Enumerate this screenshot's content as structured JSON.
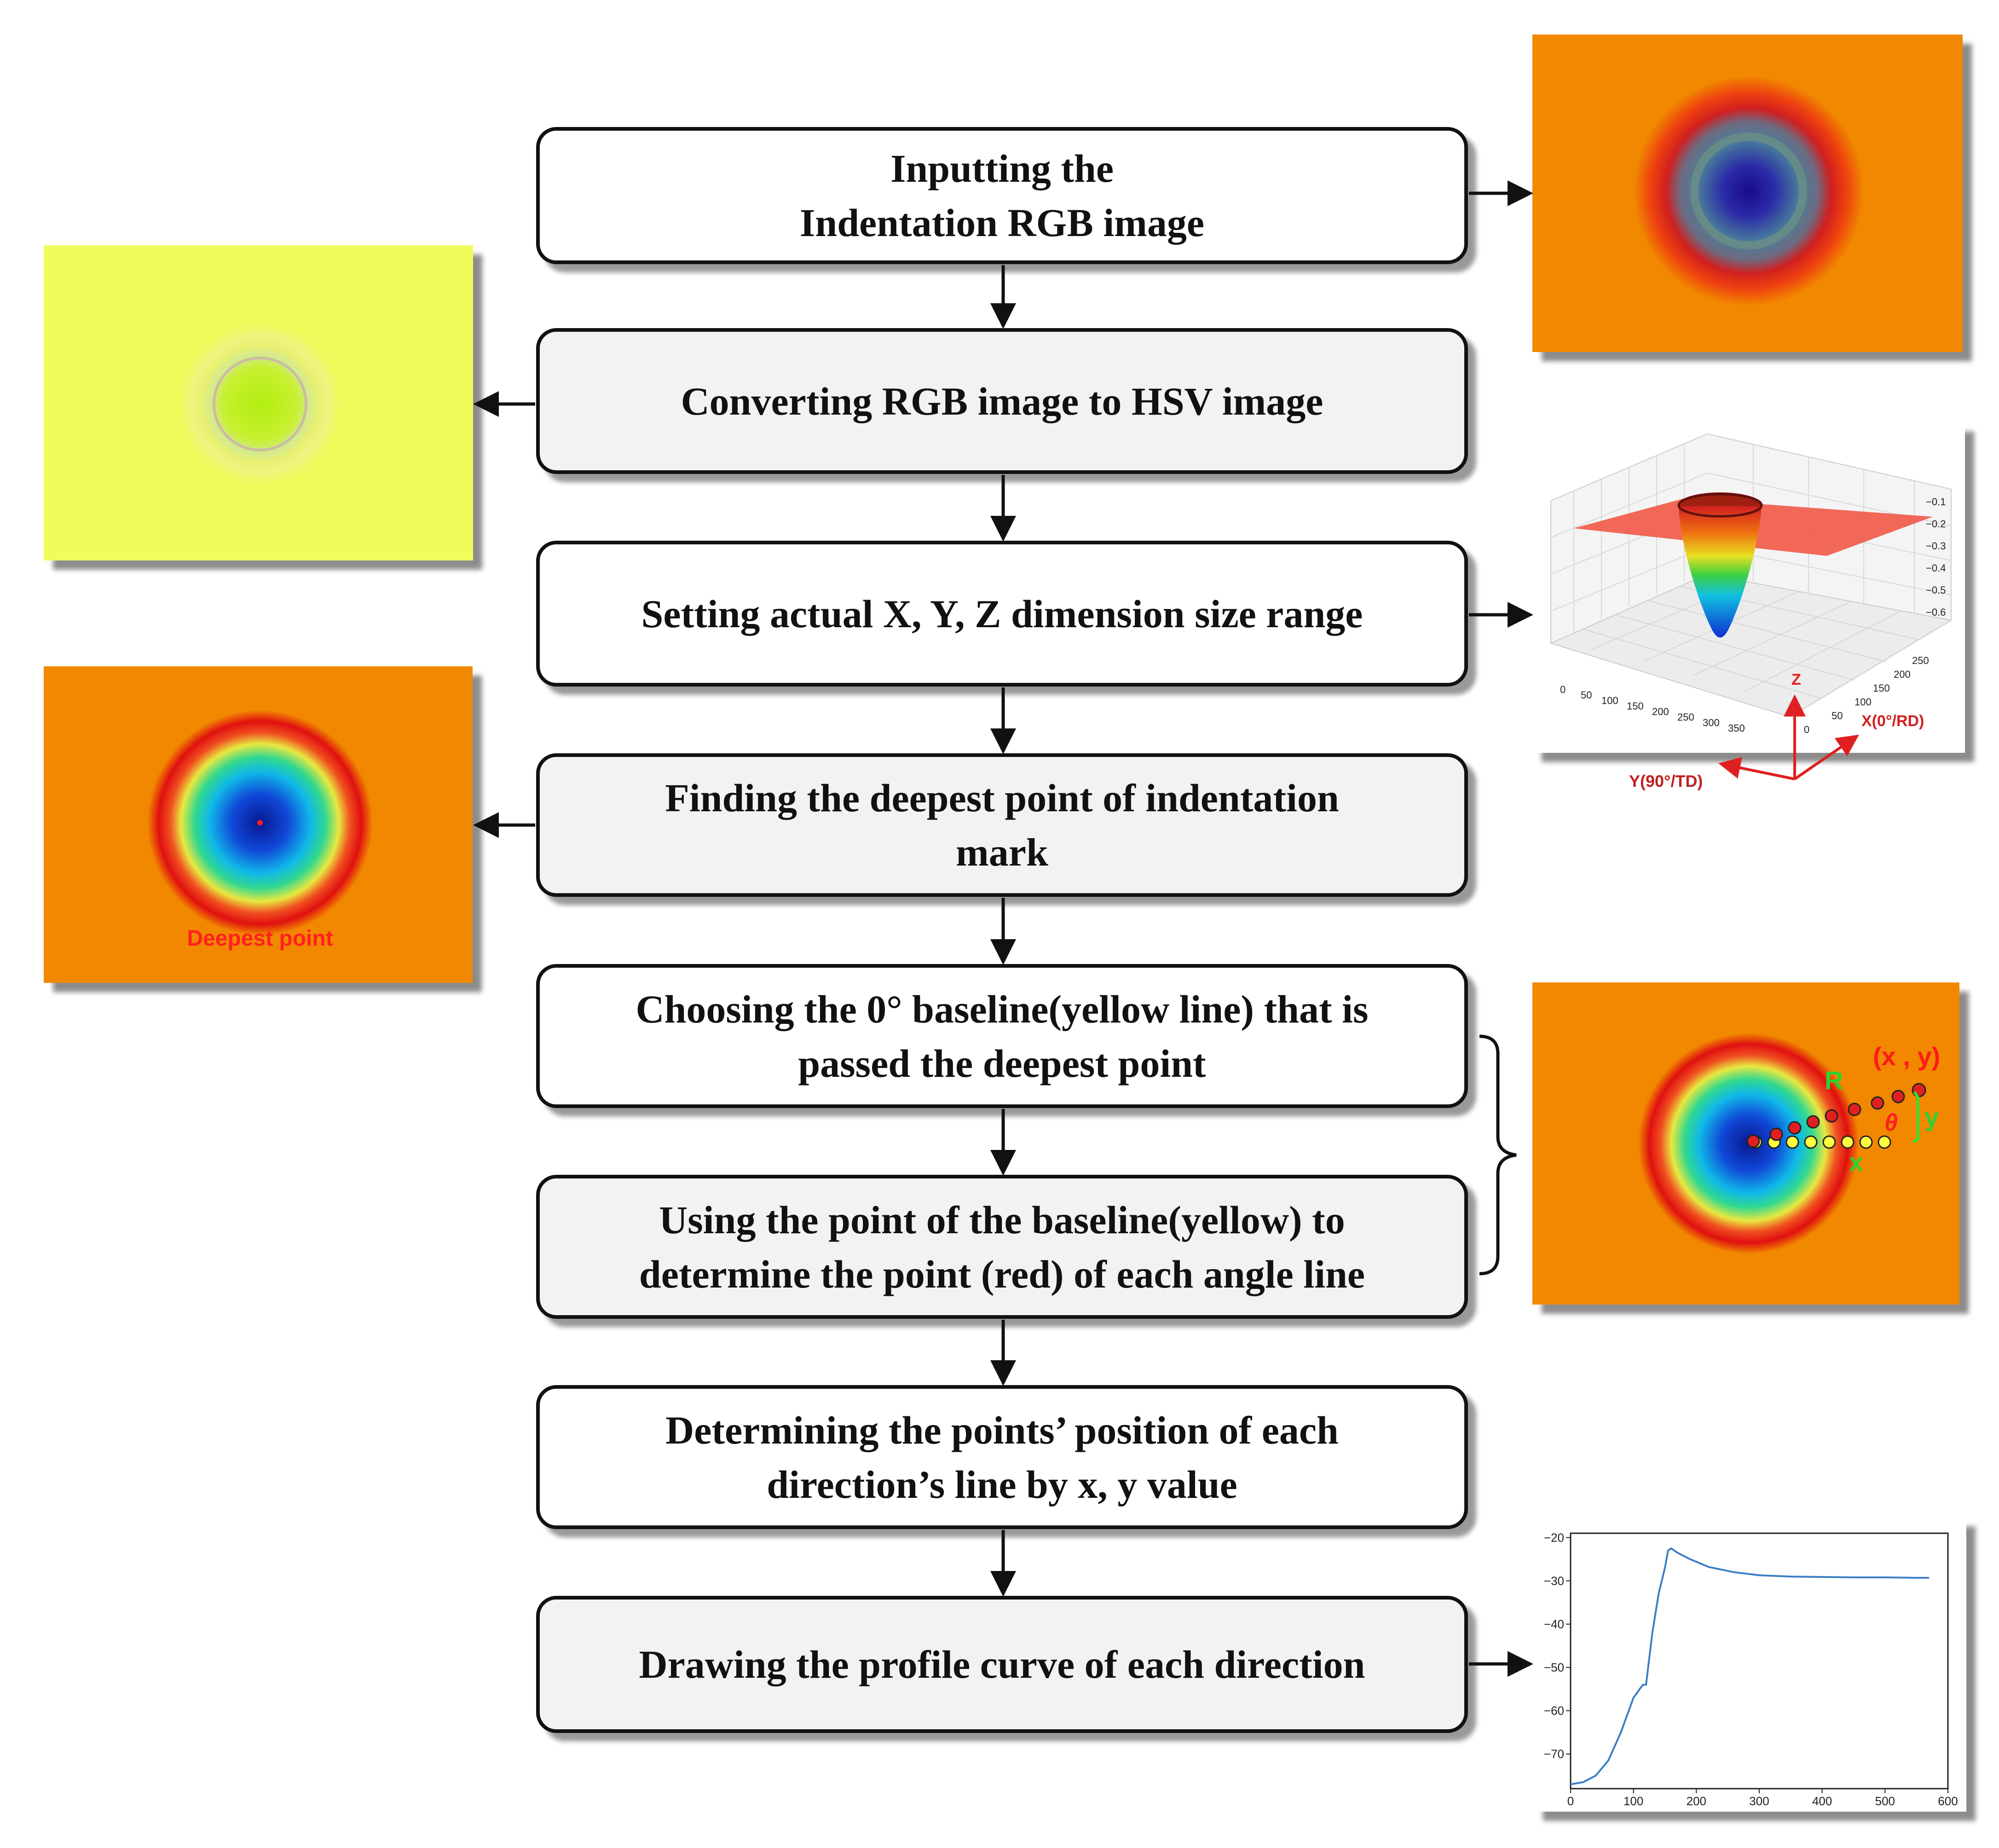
{
  "steps": [
    {
      "lines": [
        "Inputting the",
        "Indentation RGB image"
      ]
    },
    {
      "lines": [
        "Converting RGB image to HSV image"
      ]
    },
    {
      "lines": [
        "Setting actual X, Y, Z dimension size range"
      ]
    },
    {
      "lines": [
        "Finding the deepest point of indentation",
        "mark"
      ]
    },
    {
      "lines": [
        "Choosing the 0° baseline(yellow line) that is",
        "passed the deepest point"
      ]
    },
    {
      "lines": [
        "Using the point of the baseline(yellow) to",
        "determine the point (red) of each angle line"
      ]
    },
    {
      "lines": [
        "Determining the points’ position of each",
        "direction’s line by x, y value"
      ]
    },
    {
      "lines": [
        "Drawing the profile curve of each direction"
      ]
    }
  ],
  "deepest_panel": {
    "label": "Deepest point"
  },
  "surface_plot": {
    "z_ticks": [
      "−0.1",
      "−0.2",
      "−0.3",
      "−0.4",
      "−0.5",
      "−0.6"
    ],
    "y_ticks": [
      "0",
      "50",
      "100",
      "150",
      "200",
      "250",
      "300",
      "350"
    ],
    "x_ticks": [
      "0",
      "50",
      "100",
      "150",
      "200",
      "250"
    ],
    "z_label": "Z",
    "x_label": "X(0°/RD)",
    "y_label": "Y(90°/TD)"
  },
  "angle_panel": {
    "point_label": "(x , y)",
    "r_label": "R",
    "theta_label": "θ",
    "y_label": "y",
    "x_label": "x"
  },
  "chart_data": {
    "type": "line",
    "title": "",
    "xlabel": "",
    "ylabel": "",
    "xlim": [
      0,
      600
    ],
    "ylim": [
      -78,
      -19
    ],
    "x_ticks": [
      0,
      100,
      200,
      300,
      400,
      500,
      600
    ],
    "y_ticks": [
      -20,
      -30,
      -40,
      -50,
      -60,
      -70
    ],
    "series": [
      {
        "color": "#3b7fc4",
        "x": [
          0,
          20,
          40,
          60,
          80,
          100,
          110,
          115,
          120,
          125,
          130,
          140,
          150,
          155,
          160,
          170,
          190,
          220,
          260,
          300,
          350,
          400,
          450,
          500,
          550,
          570
        ],
        "y": [
          -77,
          -76.5,
          -75,
          -71.5,
          -65,
          -57,
          -55,
          -54,
          -54,
          -48,
          -42,
          -33,
          -27,
          -23,
          -22.5,
          -23.5,
          -25,
          -26.8,
          -28,
          -28.7,
          -29,
          -29.1,
          -29.2,
          -29.2,
          -29.3,
          -29.3
        ]
      }
    ]
  }
}
